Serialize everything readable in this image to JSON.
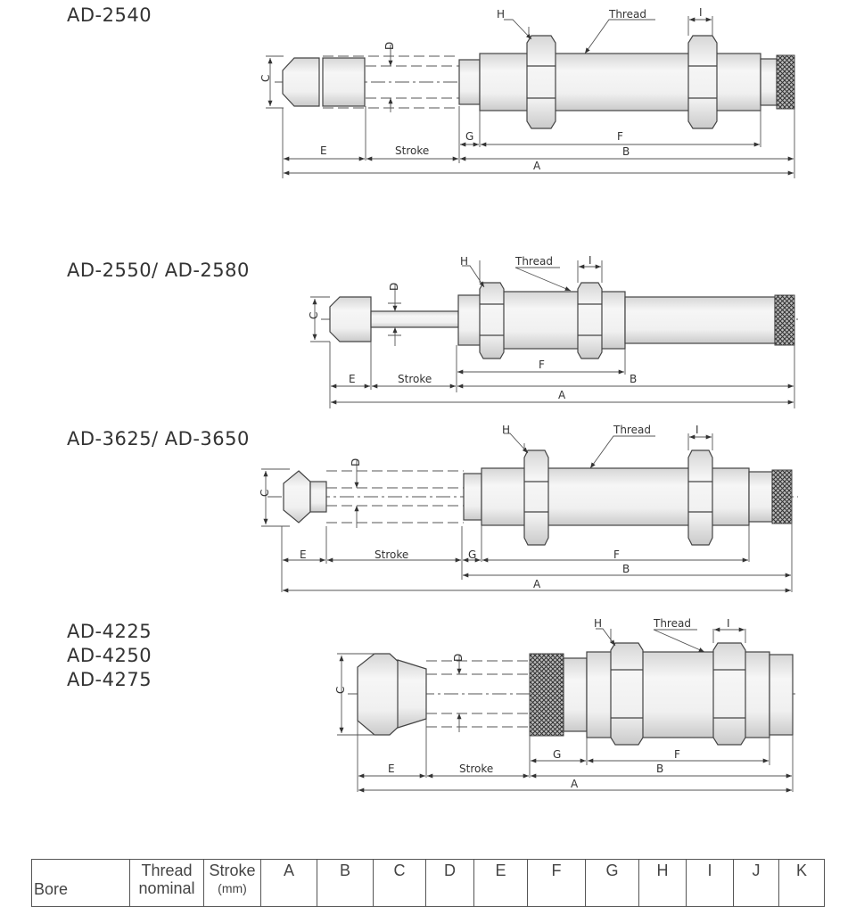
{
  "models": [
    {
      "title_lines": [
        "AD-2540"
      ]
    },
    {
      "title_lines": [
        "AD-2550/ AD-2580"
      ]
    },
    {
      "title_lines": [
        "AD-3625/ AD-3650"
      ]
    },
    {
      "title_lines": [
        "AD-4225",
        "AD-4250",
        "AD-4275"
      ]
    }
  ],
  "labels": {
    "A": "A",
    "B": "B",
    "C": "C",
    "D": "D",
    "E": "E",
    "F": "F",
    "G": "G",
    "H": "H",
    "I": "I",
    "stroke": "Stroke",
    "thread": "Thread"
  },
  "table": {
    "headers": [
      {
        "l1": "Bore",
        "l2": ""
      },
      {
        "l1": "Thread",
        "l2": "nominal"
      },
      {
        "l1": "Stroke",
        "l2": "(mm)"
      },
      {
        "l1": "A",
        "l2": ""
      },
      {
        "l1": "B",
        "l2": ""
      },
      {
        "l1": "C",
        "l2": ""
      },
      {
        "l1": "D",
        "l2": ""
      },
      {
        "l1": "E",
        "l2": ""
      },
      {
        "l1": "F",
        "l2": ""
      },
      {
        "l1": "G",
        "l2": ""
      },
      {
        "l1": "H",
        "l2": ""
      },
      {
        "l1": "I",
        "l2": ""
      },
      {
        "l1": "J",
        "l2": ""
      },
      {
        "l1": "K",
        "l2": ""
      }
    ]
  },
  "colors": {
    "line": "#444444",
    "metal_light": "#f4f4f4",
    "metal_dark": "#cfcfcf"
  }
}
